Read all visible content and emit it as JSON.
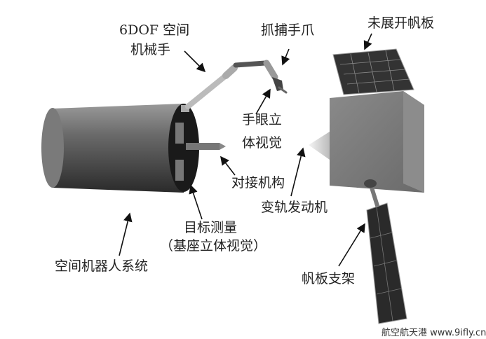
{
  "labels": {
    "arm_line1": "6DOF 空间",
    "arm_line2": "机械手",
    "gripper": "抓捕手爪",
    "solar_panel": "未展开帆板",
    "hand_eye_line1": "手眼立",
    "hand_eye_line2": "体视觉",
    "docking": "对接机构",
    "orbit_engine": "变轨发动机",
    "target_measure_line1": "目标测量",
    "target_measure_line2": "（基座立体视觉）",
    "robot_system": "空间机器人系统",
    "panel_bracket": "帆板支架"
  },
  "watermark": "航空航天港 www.9ifly.cn"
}
